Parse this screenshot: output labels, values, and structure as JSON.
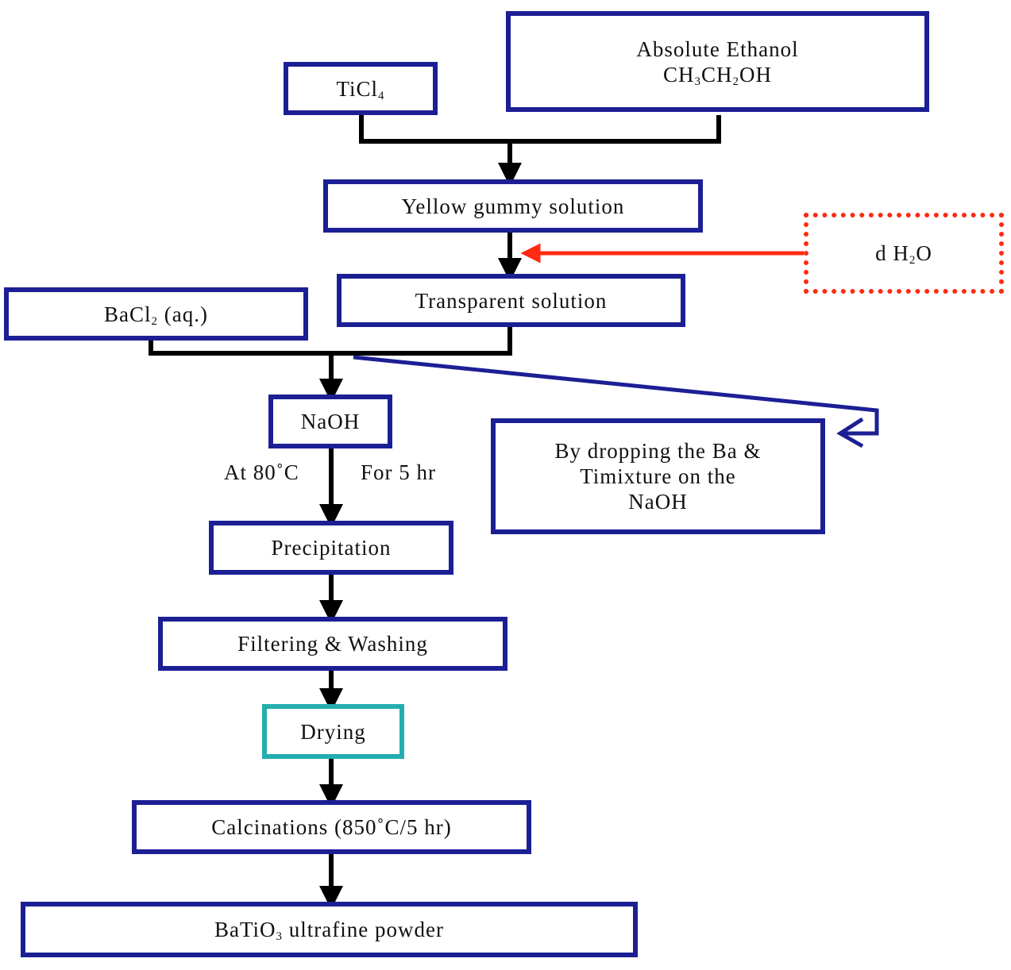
{
  "nodes": {
    "ticl4": {
      "base": "TiCl",
      "sub": "4"
    },
    "ethanol": {
      "line1": "Absolute Ethanol",
      "f1": "CH",
      "s1": "3",
      "f2": "CH",
      "s2": "2",
      "f3": "OH"
    },
    "yellow": "Yellow gummy solution",
    "dh2o": {
      "a": "d H",
      "s": "2",
      "b": "O"
    },
    "transparent": "Transparent solution",
    "bacl2": {
      "a": "BaCl",
      "s": "2",
      "b": " (aq.)"
    },
    "naoh": "NaOH",
    "note": {
      "line1": "By dropping the Ba &",
      "line2": "Timixture on the",
      "line3": "NaOH"
    },
    "precipitation": "Precipitation",
    "filtering": "Filtering & Washing",
    "drying": "Drying",
    "calcinations": "Calcinations (850˚C/5 hr)",
    "product": {
      "a": "BaTiO",
      "s": "3",
      "b": " ultrafine powder"
    }
  },
  "labels": {
    "temperature": "At 80˚C",
    "time": "For 5 hr"
  },
  "colors": {
    "box_border": "#1c1f94",
    "drying_border": "#22aeae",
    "water_border": "#ff2a12",
    "arrow_black": "#000000",
    "arrow_red": "#ff2a12"
  }
}
